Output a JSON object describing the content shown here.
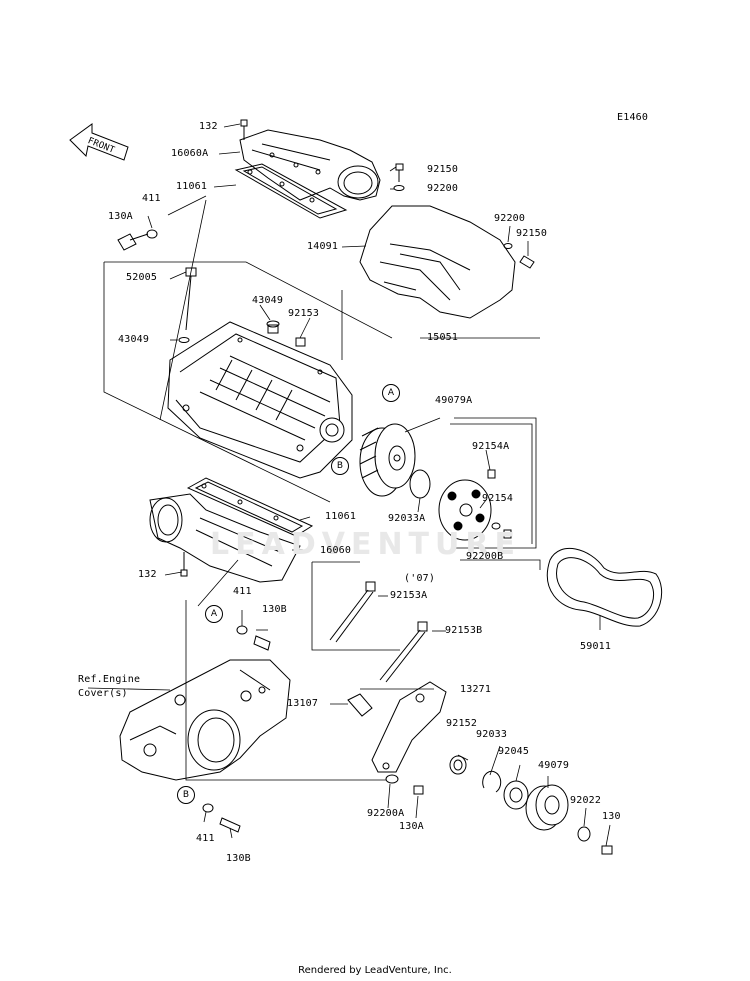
{
  "diagram_code": "E1460",
  "front_label": "FRONT",
  "footer": "Rendered by LeadVenture, Inc.",
  "watermark": "LEADVENTURE",
  "callouts": {
    "a": "A",
    "b": "B"
  },
  "parts": {
    "p132_top": "132",
    "p16060A": "16060A",
    "p11061_top": "11061",
    "p411_top": "411",
    "p130A_top": "130A",
    "p52005": "52005",
    "p43049_a": "43049",
    "p92153": "92153",
    "p43049_b": "43049",
    "p92150_a": "92150",
    "p92200_a": "92200",
    "p92200_b": "92200",
    "p92150_b": "92150",
    "p14091": "14091",
    "p15051": "15051",
    "p49079A": "49079A",
    "p92154A": "92154A",
    "p92154": "92154",
    "p92033A": "92033A",
    "p92200B": "92200B",
    "p11061_bot": "11061",
    "p16060": "16060",
    "p132_bot": "132",
    "p07": "('07)",
    "p92153A": "92153A",
    "p92153B": "92153B",
    "p59011": "59011",
    "p411_mid": "411",
    "p130B_mid": "130B",
    "ref_line1": "Ref.Engine",
    "ref_line2": "Cover(s)",
    "p13271": "13271",
    "p13107": "13107",
    "p92152": "92152",
    "p92033": "92033",
    "p92045": "92045",
    "p49079": "49079",
    "p92022": "92022",
    "p130": "130",
    "p92200A": "92200A",
    "p130A_bot": "130A",
    "p411_bot": "411",
    "p130B_bot": "130B"
  }
}
